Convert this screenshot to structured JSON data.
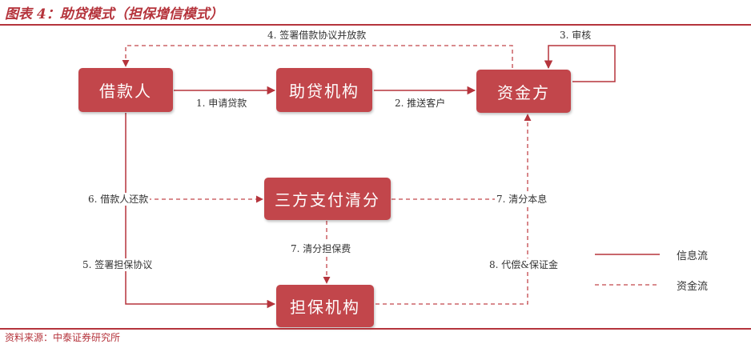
{
  "header": {
    "title": "图表 4：助贷模式（担保增信模式）"
  },
  "footer": {
    "source": "资料来源：中泰证券研究所"
  },
  "nodes": {
    "borrower": "借款人",
    "agency": "助贷机构",
    "funder": "资金方",
    "clearing": "三方支付清分",
    "guarantor": "担保机构"
  },
  "flows": {
    "f1": "1. 申请贷款",
    "f2": "2. 推送客户",
    "f3": "3. 审核",
    "f4": "4. 签署借款协议并放款",
    "f5": "5. 签署担保协议",
    "f6": "6. 借款人还款",
    "f7a": "7. 清分本息",
    "f7b": "7. 清分担保费",
    "f8": "8. 代偿&保证金"
  },
  "legend": {
    "info": "信息流",
    "fund": "资金流"
  },
  "colors": {
    "node_fill": "#c2464b",
    "line": "#b5343c",
    "dashed": "#c2464b"
  }
}
